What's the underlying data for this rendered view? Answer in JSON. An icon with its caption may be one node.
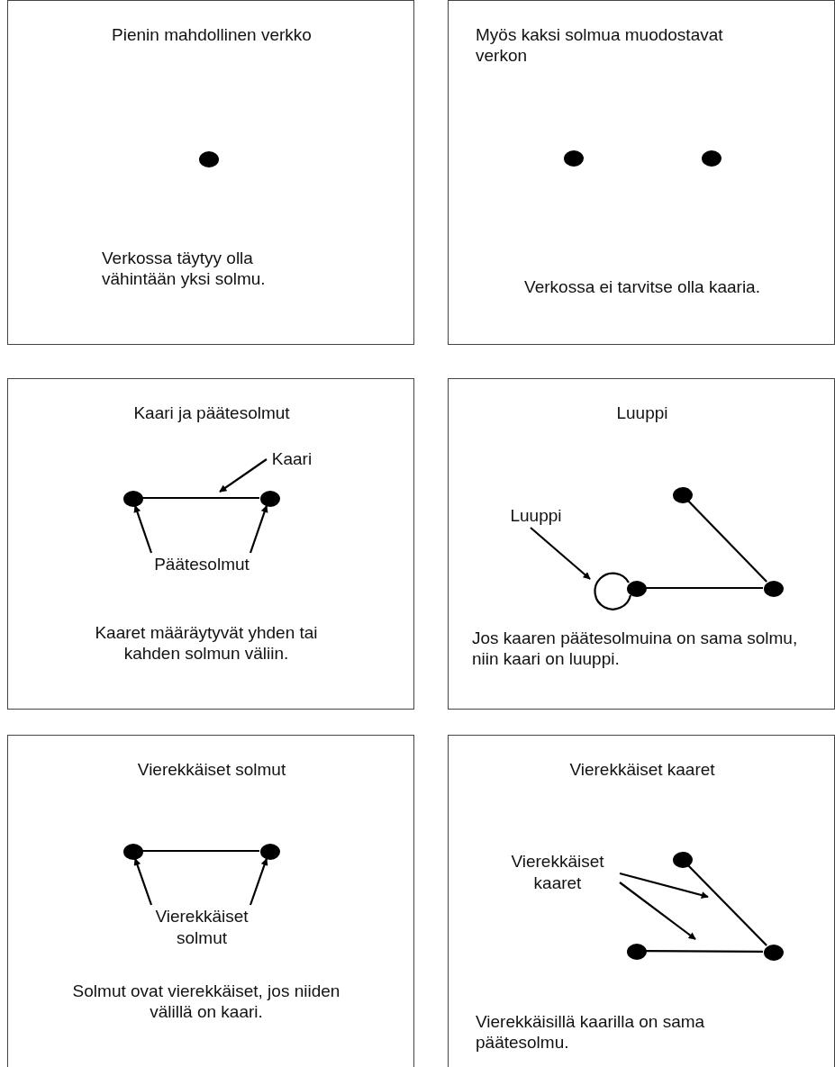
{
  "diagram": {
    "nodes": [
      {
        "text": [
          "Pienin mahdollinen verkko",
          "Verkossa täytyy olla vähintään yksi solmu."
        ]
      },
      {
        "text": [],
        "shape": "circle",
        "in": 0
      },
      {
        "text": [
          "Myös kaksi solmua muodostavat verkon",
          "Verkossa ei tarvitse olla kaaria."
        ]
      },
      {
        "text": [],
        "shape": "circle",
        "in": 2
      },
      {
        "text": [],
        "shape": "circle",
        "in": 2
      },
      {
        "text": [
          "Kaari ja päätesolmut",
          "Kaaret määräytyvät yhden tai kahden solmun väliin."
        ]
      },
      {
        "text": [],
        "shape": "circle",
        "in": 5
      },
      {
        "text": [],
        "shape": "circle",
        "in": 5
      },
      {
        "text": [
          "Kaari"
        ],
        "in": 5
      },
      {
        "text": [
          "Päätesolmut"
        ],
        "in": 5
      },
      {
        "text": [
          "Luuppi",
          "Jos kaaren päätesolmuina on sama solmu, niin kaari on luuppi."
        ]
      },
      {
        "text": [],
        "shape": "circle",
        "in": 10
      },
      {
        "text": [],
        "shape": "circle",
        "in": 10
      },
      {
        "text": [],
        "shape": "circle",
        "in": 10
      },
      {
        "text": [
          "Luuppi"
        ],
        "in": 10
      },
      {
        "text": [
          "Vierekkäiset solmut",
          "Solmut ovat vierekkäiset, jos niiden välillä on kaari."
        ]
      },
      {
        "text": [],
        "shape": "circle",
        "in": 15
      },
      {
        "text": [],
        "shape": "circle",
        "in": 15
      },
      {
        "text": [
          "Vierekkäiset solmut"
        ],
        "in": 15
      },
      {
        "text": [
          "Vierekkäiset kaaret",
          "Vierekkäisillä kaarilla on sama päätesolmu."
        ]
      },
      {
        "text": [],
        "shape": "circle",
        "in": 19
      },
      {
        "text": [],
        "shape": "circle",
        "in": 19
      },
      {
        "text": [],
        "shape": "circle",
        "in": 19
      },
      {
        "text": [
          "Vierekkäiset kaaret"
        ],
        "in": 19
      }
    ],
    "edges": [
      {
        "from": 6,
        "to": 7,
        "arrow": "none"
      },
      {
        "from": 8,
        "to": null,
        "arrow": "to"
      },
      {
        "from": 9,
        "to": 6,
        "arrow": "to"
      },
      {
        "from": 9,
        "to": 7,
        "arrow": "to"
      },
      {
        "from": 11,
        "to": 13,
        "arrow": "none"
      },
      {
        "from": 12,
        "to": 13,
        "arrow": "none"
      },
      {
        "from": 12,
        "to": 12,
        "arrow": "none"
      },
      {
        "from": 14,
        "to": null,
        "arrow": "to"
      },
      {
        "from": 16,
        "to": 17,
        "arrow": "none"
      },
      {
        "from": 18,
        "to": 16,
        "arrow": "to"
      },
      {
        "from": 18,
        "to": 17,
        "arrow": "to"
      },
      {
        "from": 20,
        "to": 22,
        "arrow": "none"
      },
      {
        "from": 21,
        "to": 22,
        "arrow": "none"
      },
      {
        "from": 23,
        "to": null,
        "arrow": "to"
      },
      {
        "from": 23,
        "to": null,
        "arrow": "to"
      }
    ]
  }
}
